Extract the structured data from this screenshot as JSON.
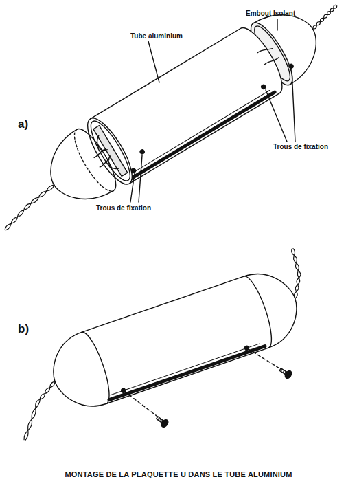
{
  "diagram": {
    "caption": "MONTAGE DE LA PLAQUETTE U DANS LE TUBE ALUMINIUM",
    "labels": [
      "Embout Isolant",
      "Tube aluminium",
      "a)",
      "Trous de fixation",
      "Trous de fixation",
      "b)"
    ]
  }
}
